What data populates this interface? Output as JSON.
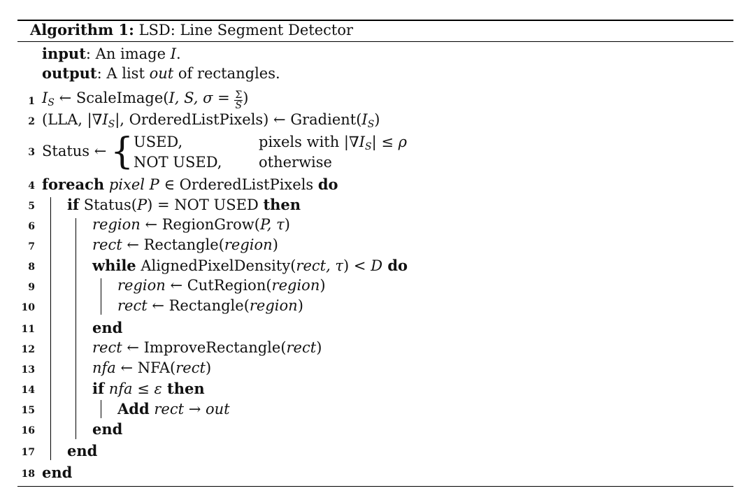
{
  "algorithm": {
    "label": "Algorithm 1:",
    "title": "LSD: Line Segment Detector"
  },
  "io": {
    "input_kw": "input",
    "input_text": ": An image ",
    "input_var": "I",
    "output_kw": "output",
    "output_text1": ": A list ",
    "output_var": "out",
    "output_text2": " of rectangles."
  },
  "line_numbers": [
    "1",
    "2",
    "3",
    "4",
    "5",
    "6",
    "7",
    "8",
    "9",
    "10",
    "11",
    "12",
    "13",
    "14",
    "15",
    "16",
    "17",
    "18"
  ],
  "lines": {
    "l1_a": "I",
    "l1_sub": "S",
    "l1_b": " ← ScaleImage(",
    "l1_c": "I, S, σ",
    "l1_d": " = ",
    "l1_num": "Σ",
    "l1_den": "S",
    "l1_e": ")",
    "l2_a": "(LLA, |∇",
    "l2_b": "I",
    "l2_sub": "S",
    "l2_c": "|, OrderedListPixels) ← Gradient(",
    "l2_d": "I",
    "l2_sub2": "S",
    "l2_e": ")",
    "l3_a": "Status ←",
    "l3_case1": "USED,",
    "l3_cond1_a": "pixels with |∇",
    "l3_cond1_b": "I",
    "l3_cond1_sub": "S",
    "l3_cond1_c": "| ≤ ",
    "l3_cond1_d": "ρ",
    "l3_case2": "NOT USED,",
    "l3_cond2": "otherwise",
    "l4_kw": "foreach",
    "l4_it": " pixel ",
    "l4_var": "P",
    "l4_b": " ∈ OrderedListPixels ",
    "l4_do": "do",
    "l5_kw": "if",
    "l5_a": " Status(",
    "l5_var": "P",
    "l5_b": ") = NOT USED ",
    "l5_then": "then",
    "l6_var": "region",
    "l6_a": " ← RegionGrow(",
    "l6_b": "P, τ",
    "l6_c": ")",
    "l7_var": "rect",
    "l7_a": " ← Rectangle(",
    "l7_b": "region",
    "l7_c": ")",
    "l8_kw": "while",
    "l8_a": " AlignedPixelDensity(",
    "l8_b": "rect, τ",
    "l8_c": ") < ",
    "l8_d": "D",
    "l8_do": " do",
    "l9_var": "region",
    "l9_a": " ← CutRegion(",
    "l9_b": "region",
    "l9_c": ")",
    "l10_var": "rect",
    "l10_a": " ← Rectangle(",
    "l10_b": "region",
    "l10_c": ")",
    "l11_end": "end",
    "l12_var": "rect",
    "l12_a": " ← ImproveRectangle(",
    "l12_b": "rect",
    "l12_c": ")",
    "l13_var": "nfa",
    "l13_a": " ← NFA(",
    "l13_b": "rect",
    "l13_c": ")",
    "l14_kw": "if",
    "l14_var": " nfa",
    "l14_a": " ≤ ",
    "l14_b": "ε",
    "l14_then": " then",
    "l15_kw": "Add",
    "l15_var": " rect",
    "l15_a": " → ",
    "l15_b": "out",
    "l16_end": "end",
    "l17_end": "end",
    "l18_end": "end"
  }
}
